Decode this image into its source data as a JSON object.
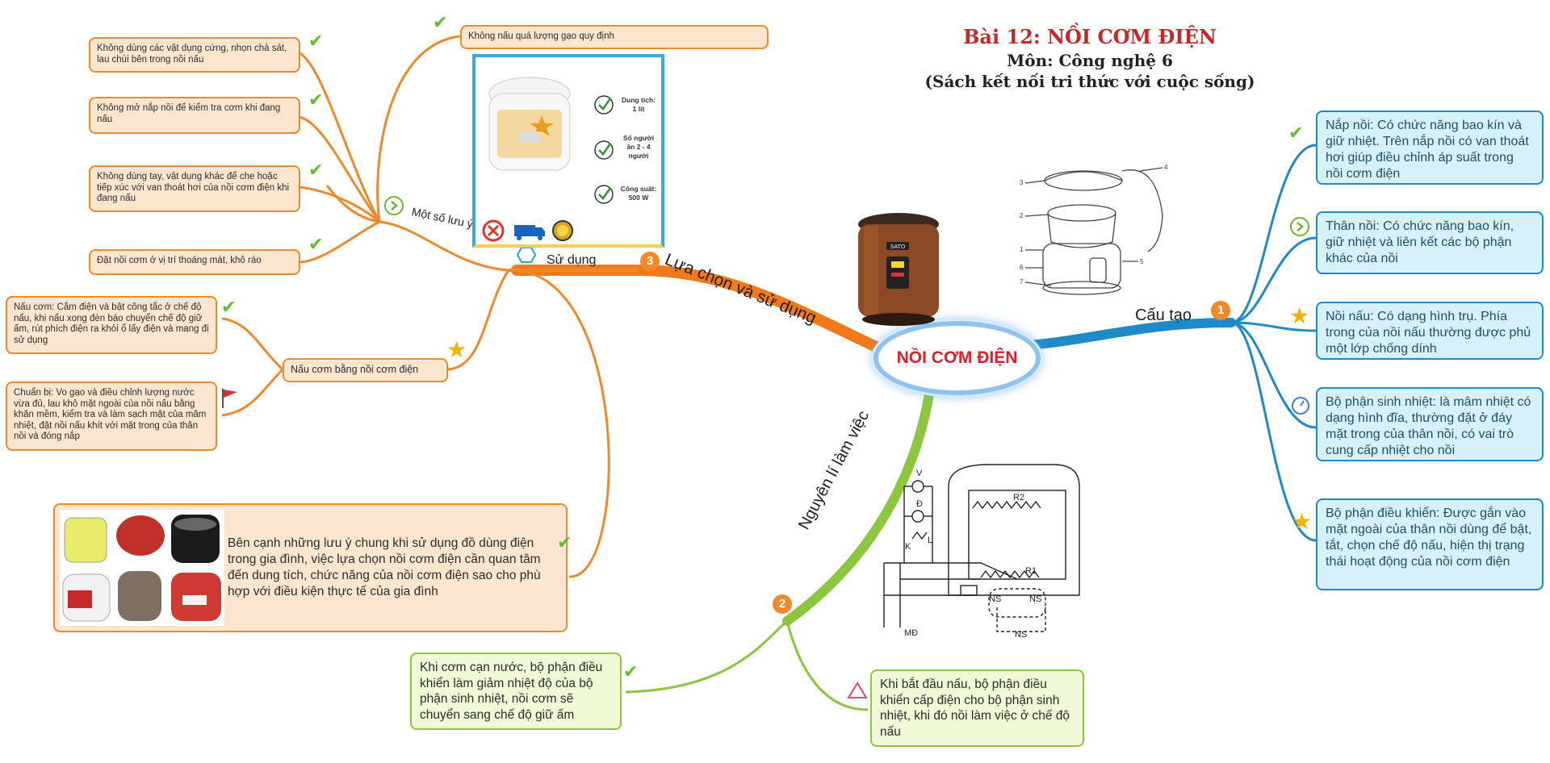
{
  "title": {
    "main": "Bài 12: NỒI CƠM ĐIỆN",
    "subject": "Môn: Công nghệ 6",
    "book": "(Sách kết nối tri thức với cuộc sống)"
  },
  "center": "NỒI CƠM ĐIỆN",
  "branches": {
    "structure": {
      "number": "1",
      "label": "Cấu tạo",
      "items": [
        "Nắp nồi: Có chức năng bao kín và giữ nhiệt. Trên nắp nồi có van thoát hơi giúp điều chỉnh áp suất trong nồi cơm điện",
        "Thân nồi: Có chức năng bao kín, giữ nhiệt và liên kết các bộ phận khác của nồi",
        "Nồi nấu: Có dạng hình trụ. Phía trong của nồi nấu thường được phủ một lớp chống dính",
        "Bộ phận sinh nhiệt: là mâm nhiệt có dạng hình đĩa, thường đặt ở đáy mặt trong của thân nồi, có vai trò cung cấp nhiệt cho nồi",
        "Bộ phận điều khiển: Được gắn vào mặt ngoài của thân nồi dùng để bật, tắt, chọn chế độ nấu, hiện thị trạng thái hoạt động của nồi cơm điện"
      ]
    },
    "principle": {
      "number": "2",
      "label": "Nguyên lí làm việc",
      "items": [
        "Khi cơm cạn nước, bộ phận điều khiển làm giảm nhiệt độ của bộ phận sinh nhiệt, nồi cơm sẽ chuyển sang chế độ giữ ấm",
        "Khi bắt đầu nấu, bộ phận điều khiển cấp điện cho bộ phận sinh nhiệt, khi đó nồi làm việc ở chế độ nấu"
      ],
      "diagram_labels": [
        "V",
        "Đ",
        "K",
        "L",
        "R1",
        "R2",
        "NS",
        "NS",
        "NS",
        "MĐ"
      ]
    },
    "usage": {
      "number": "3",
      "label": "Lựa chọn và sử dụng",
      "sub_label": "Sử dụng",
      "notes_label": "Một số lưu ý",
      "notes": [
        "Không dùng các vật dụng cứng, nhọn chà sát, lau chùi bên trong nồi nấu",
        "Không mở nắp nồi để kiểm tra cơm khi đang nấu",
        "Không dùng tay, vật dụng khác để che hoặc tiếp xúc với van thoát hơi của nồi cơm điện khi đang nấu",
        "Đặt nồi cơm ở vị trí thoáng mát, khô ráo"
      ],
      "top_note": "Không nấu quá lượng gạo quy định",
      "cooking_label": "Nấu cơm bằng nồi cơm điện",
      "cooking_steps": [
        "Nấu cơm: Cắm điện và bật công tắc ở chế độ nấu, khi nấu xong đèn báo chuyển chế độ giữ ấm, rút phích điện ra khỏi ổ lấy điện và mang đi sử dụng",
        "Chuẩn bị: Vo gạo và điều chỉnh lượng nước vừa đủ, lau khô mặt ngoài của nồi nấu bằng khăn mềm, kiểm tra và làm sạch mặt của mâm nhiệt, đặt nồi nấu khít với mặt trong của thân nồi và đóng nắp"
      ],
      "selection_note": "Bên cạnh những lưu ý chung khi sử dụng đồ dùng điện trong gia đình, việc lựa chọn nồi cơm điện cần quan tâm đến dung tích, chức năng của nồi cơm điện sao cho phù hợp với điều kiện thực tế của gia đình",
      "product_specs": [
        {
          "label": "Dung tích:",
          "value": "1 lít"
        },
        {
          "label": "Số người ăn 2 - 4 người",
          "value": ""
        },
        {
          "label": "Công suất:",
          "value": "500 W"
        }
      ],
      "cooker_brand": "SATO"
    }
  },
  "structure_diagram_numbers": [
    "1",
    "2",
    "3",
    "4",
    "5",
    "6",
    "7"
  ],
  "colors": {
    "orange": "#ee8a2c",
    "blue": "#1e8ac8",
    "green": "#8cc63f",
    "title_red": "#c62828",
    "center_red": "#e11d2a"
  }
}
